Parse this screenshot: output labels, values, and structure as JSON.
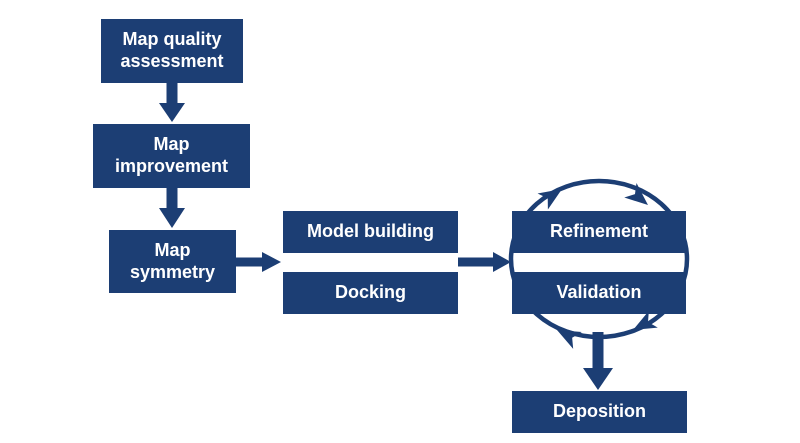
{
  "figure": {
    "type": "flowchart",
    "colors": {
      "background": "#ffffff",
      "node_fill": "#1c3e74",
      "node_text": "#ffffff",
      "arrow": "#1c3e74"
    },
    "nodes": {
      "map_quality": {
        "label": "Map quality\nassessment"
      },
      "map_improvement": {
        "label": "Map\nimprovement"
      },
      "map_symmetry": {
        "label": "Map\nsymmetry"
      },
      "model_building": {
        "label": "Model building"
      },
      "docking": {
        "label": "Docking"
      },
      "refinement": {
        "label": "Refinement"
      },
      "validation": {
        "label": "Validation"
      },
      "deposition": {
        "label": "Deposition"
      }
    },
    "edges": [
      {
        "from": "map_quality",
        "to": "map_improvement",
        "style": "arrow-down"
      },
      {
        "from": "map_improvement",
        "to": "map_symmetry",
        "style": "arrow-down"
      },
      {
        "from": "map_symmetry",
        "to": "model_building|docking",
        "style": "arrow-right"
      },
      {
        "from": "model_building|docking",
        "to": "refinement|validation",
        "style": "arrow-right"
      },
      {
        "around": [
          "refinement",
          "validation"
        ],
        "style": "cycle",
        "direction": "clockwise"
      },
      {
        "from": "refinement|validation",
        "to": "deposition",
        "style": "arrow-down"
      }
    ]
  }
}
